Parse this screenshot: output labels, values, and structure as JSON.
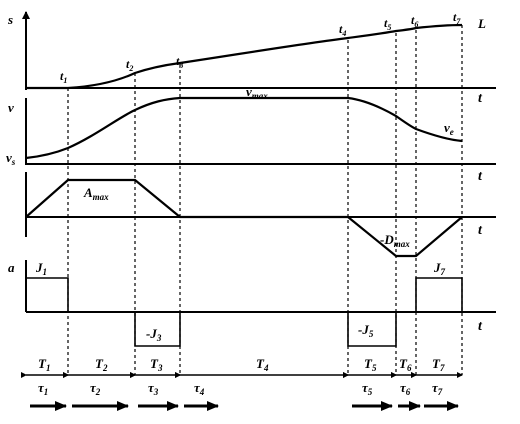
{
  "diagram": {
    "axis_labels": {
      "s": "s",
      "v": "v",
      "a": "a",
      "t": "t",
      "L": "L",
      "vs": "v",
      "vs_sub": "s",
      "vmax": "v",
      "vmax_sub": "max",
      "ve": "v",
      "ve_sub": "e"
    },
    "time_marks": [
      {
        "label": "t",
        "sub": "1"
      },
      {
        "label": "t",
        "sub": "2"
      },
      {
        "label": "t",
        "sub": "3"
      },
      {
        "label": "t",
        "sub": "4"
      },
      {
        "label": "t",
        "sub": "5"
      },
      {
        "label": "t",
        "sub": "6"
      },
      {
        "label": "t",
        "sub": "7"
      }
    ],
    "accel_labels": {
      "amax": "A",
      "amax_sub": "max",
      "dmax": "-D",
      "dmax_sub": "max"
    },
    "jerk_labels": [
      {
        "label": "J",
        "sub": "1"
      },
      {
        "label": "-J",
        "sub": "3"
      },
      {
        "label": "-J",
        "sub": "5"
      },
      {
        "label": "J",
        "sub": "7"
      }
    ],
    "periods": [
      {
        "label": "T",
        "sub": "1"
      },
      {
        "label": "T",
        "sub": "2"
      },
      {
        "label": "T",
        "sub": "3"
      },
      {
        "label": "T",
        "sub": "4"
      },
      {
        "label": "T",
        "sub": "5"
      },
      {
        "label": "T",
        "sub": "6"
      },
      {
        "label": "T",
        "sub": "7"
      }
    ],
    "taus": [
      {
        "label": "τ",
        "sub": "1"
      },
      {
        "label": "τ",
        "sub": "2"
      },
      {
        "label": "τ",
        "sub": "3"
      },
      {
        "label": "τ",
        "sub": "4"
      },
      {
        "label": "τ",
        "sub": "5"
      },
      {
        "label": "τ",
        "sub": "6"
      },
      {
        "label": "τ",
        "sub": "7"
      }
    ]
  }
}
